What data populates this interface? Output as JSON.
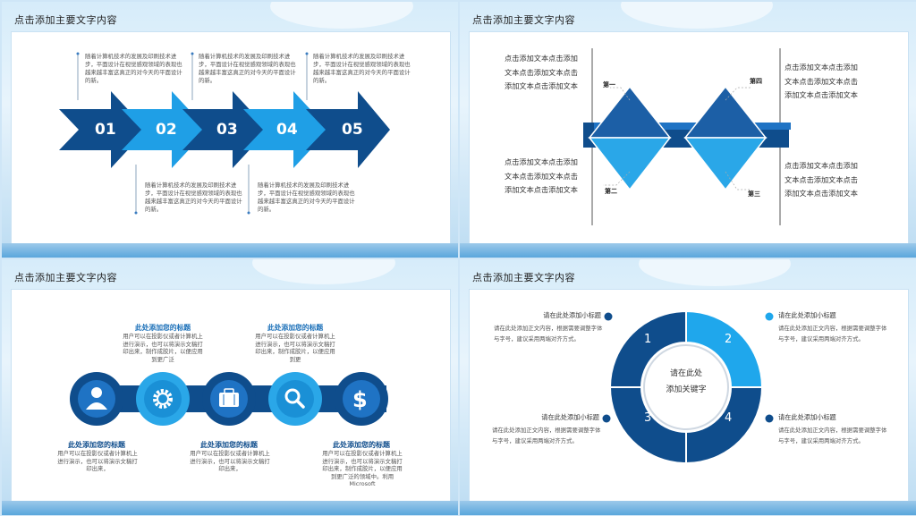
{
  "slide_title": "点击添加主要文字内容",
  "s1": {
    "numbers": [
      "01",
      "02",
      "03",
      "04",
      "05"
    ],
    "desc": "随着计算机技术的发展及印刷技术进步，平面设计在视觉感观领域的表现也越来越丰富这真正的对今天的平面设计的新。"
  },
  "s2": {
    "body": "点击添加文本点击添加文本点击添加文本点击添加文本点击添加文本",
    "labels": [
      "第一",
      "第二",
      "第三",
      "第四"
    ]
  },
  "s3": {
    "heading": "此处添加您的标题",
    "body_a": "用户可以在投影仪或者计算机上进行演示，也可以将演示文稿打印出来，制作成胶片，以便应用到更广泛",
    "body_b": "用户可以在投影仪或者计算机上进行演示，也可以将演示文稿打印出来，制作成胶片，以便应用到更",
    "body_c": "用户可以在投影仪或者计算机上进行演示，也可以将演示文稿打印出来，",
    "body_d": "用户可以在投影仪或者计算机上进行演示，也可以将演示文稿打印出来，制作成胶片，以便应用到更广泛的领域中。利用Microsoft",
    "icons": [
      "user-icon",
      "gear-icon",
      "briefcase-icon",
      "search-icon",
      "dollar-icon"
    ]
  },
  "s4": {
    "center_line1": "请在此处",
    "center_line2": "添加关键字",
    "subtitle": "请在此处添加小标题",
    "body": "请在此处添加正文内容，根据需要调整字体与字号，建议采用两端对齐方式。",
    "quadrants": [
      "1",
      "2",
      "3",
      "4"
    ]
  },
  "colors": {
    "dark": "#0f4d8c",
    "mid": "#1f73c4",
    "light": "#2aa7e8",
    "bg": "#cfe6f7"
  }
}
